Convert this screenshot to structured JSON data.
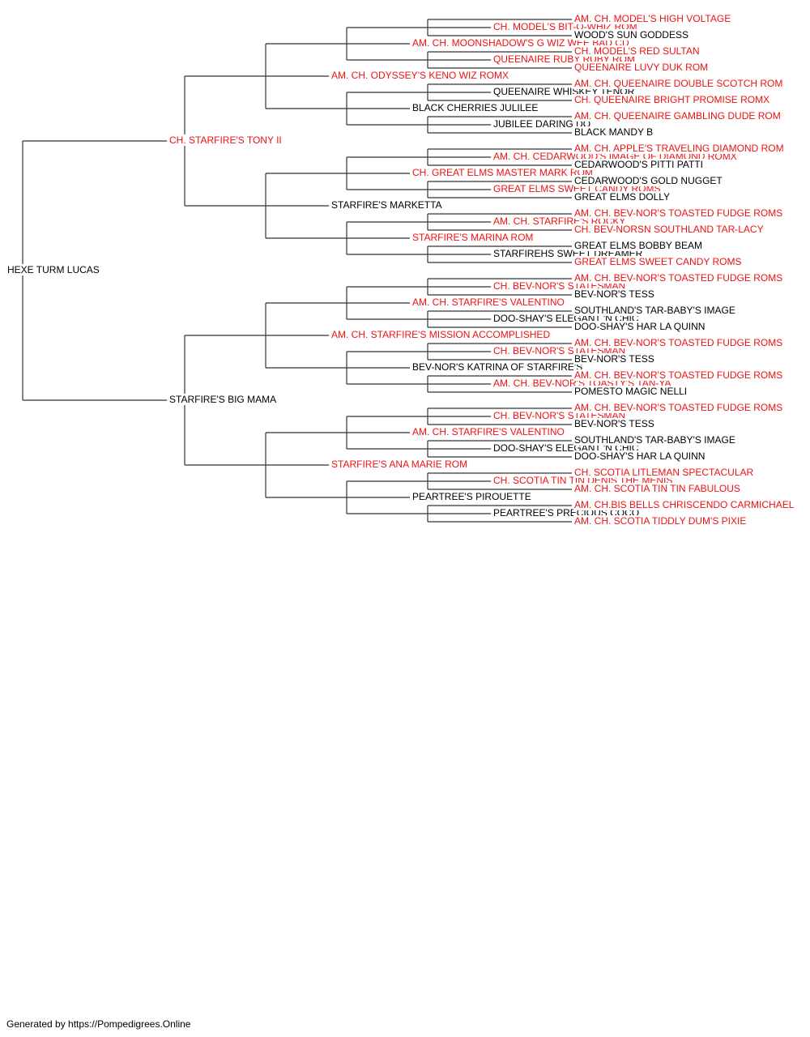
{
  "colors": {
    "titled": "#ee1111",
    "normal": "#000000",
    "lines": "#333333"
  },
  "footer": "Generated by https://Pompedigrees.Online",
  "pedigree": {
    "name": "HEXE TURM LUCAS",
    "titled": false,
    "sire": {
      "name": "CH. STARFIRE'S TONY II",
      "titled": true,
      "sire": {
        "name": "AM. CH. ODYSSEY'S KENO WIZ ROMX",
        "titled": true,
        "sire": {
          "name": "AM. CH. MOONSHADOW'S G WIZ WEE BAD CD",
          "titled": true,
          "sire": {
            "name": "CH. MODEL'S BIT-O-WHIZ ROM",
            "titled": true,
            "sire": {
              "name": "AM. CH. MODEL'S HIGH VOLTAGE",
              "titled": true
            },
            "dam": {
              "name": "WOOD'S SUN GODDESS",
              "titled": false
            }
          },
          "dam": {
            "name": "QUEENAIRE RUBY RUBY ROM",
            "titled": true,
            "sire": {
              "name": "CH. MODEL'S RED SULTAN",
              "titled": true
            },
            "dam": {
              "name": "QUEENAIRE LUVY DUK ROM",
              "titled": true
            }
          }
        },
        "dam": {
          "name": "BLACK CHERRIES JULILEE",
          "titled": false,
          "sire": {
            "name": "QUEENAIRE WHISKEY TENOR",
            "titled": false,
            "sire": {
              "name": "AM. CH. QUEENAIRE DOUBLE SCOTCH ROM",
              "titled": true
            },
            "dam": {
              "name": "CH. QUEENAIRE BRIGHT PROMISE ROMX",
              "titled": true
            }
          },
          "dam": {
            "name": "JUBILEE DARING DO",
            "titled": false,
            "sire": {
              "name": "AM. CH. QUEENAIRE GAMBLING DUDE ROM",
              "titled": true
            },
            "dam": {
              "name": "BLACK MANDY B",
              "titled": false
            }
          }
        }
      },
      "dam": {
        "name": "STARFIRE'S MARKETTA",
        "titled": false,
        "sire": {
          "name": "CH. GREAT ELMS MASTER MARK ROM",
          "titled": true,
          "sire": {
            "name": "AM. CH. CEDARWOOD'S IMAGE OF DIAMOND ROMX",
            "titled": true,
            "sire": {
              "name": "AM. CH. APPLE'S TRAVELING DIAMOND ROM",
              "titled": true
            },
            "dam": {
              "name": "CEDARWOOD'S PITTI PATTI",
              "titled": false
            }
          },
          "dam": {
            "name": "GREAT ELMS SWEET CANDY ROMS",
            "titled": true,
            "sire": {
              "name": "CEDARWOOD'S GOLD NUGGET",
              "titled": false
            },
            "dam": {
              "name": "GREAT ELMS DOLLY",
              "titled": false
            }
          }
        },
        "dam": {
          "name": "STARFIRE'S MARINA ROM",
          "titled": true,
          "sire": {
            "name": "AM. CH. STARFIRE'S ROCKY",
            "titled": true,
            "sire": {
              "name": "AM. CH. BEV-NOR'S TOASTED FUDGE ROMS",
              "titled": true
            },
            "dam": {
              "name": "CH. BEV-NORSN SOUTHLAND TAR-LACY",
              "titled": true
            }
          },
          "dam": {
            "name": "STARFIREHS SWEET DREAMER",
            "titled": false,
            "sire": {
              "name": "GREAT ELMS BOBBY BEAM",
              "titled": false
            },
            "dam": {
              "name": "GREAT ELMS SWEET CANDY ROMS",
              "titled": true
            }
          }
        }
      }
    },
    "dam": {
      "name": "STARFIRE'S BIG MAMA",
      "titled": false,
      "sire": {
        "name": "AM. CH. STARFIRE'S MISSION ACCOMPLISHED",
        "titled": true,
        "sire": {
          "name": "AM. CH. STARFIRE'S VALENTINO",
          "titled": true,
          "sire": {
            "name": "CH. BEV-NOR'S STATESMAN",
            "titled": true,
            "sire": {
              "name": "AM. CH. BEV-NOR'S TOASTED FUDGE ROMS",
              "titled": true
            },
            "dam": {
              "name": "BEV-NOR'S TESS",
              "titled": false
            }
          },
          "dam": {
            "name": "DOO-SHAY'S ELEGANT 'N CHIC",
            "titled": false,
            "sire": {
              "name": "SOUTHLAND'S TAR-BABY'S IMAGE",
              "titled": false
            },
            "dam": {
              "name": "DOO-SHAY'S HAR LA QUINN",
              "titled": false
            }
          }
        },
        "dam": {
          "name": "BEV-NOR'S KATRINA OF STARFIRE'S",
          "titled": false,
          "sire": {
            "name": "CH. BEV-NOR'S STATESMAN",
            "titled": true,
            "sire": {
              "name": "AM. CH. BEV-NOR'S TOASTED FUDGE ROMS",
              "titled": true
            },
            "dam": {
              "name": "BEV-NOR'S TESS",
              "titled": false
            }
          },
          "dam": {
            "name": "AM. CH. BEV-NOR'S TOASTY'S TAN-YA",
            "titled": true,
            "sire": {
              "name": "AM. CH. BEV-NOR'S TOASTED FUDGE ROMS",
              "titled": true
            },
            "dam": {
              "name": "POMESTO MAGIC NELLI",
              "titled": false
            }
          }
        }
      },
      "dam": {
        "name": "STARFIRE'S ANA MARIE ROM",
        "titled": true,
        "sire": {
          "name": "AM. CH. STARFIRE'S VALENTINO",
          "titled": true,
          "sire": {
            "name": "CH. BEV-NOR'S STATESMAN",
            "titled": true,
            "sire": {
              "name": "AM. CH. BEV-NOR'S TOASTED FUDGE ROMS",
              "titled": true
            },
            "dam": {
              "name": "BEV-NOR'S TESS",
              "titled": false
            }
          },
          "dam": {
            "name": "DOO-SHAY'S ELEGANT 'N CHIC",
            "titled": false,
            "sire": {
              "name": "SOUTHLAND'S TAR-BABY'S IMAGE",
              "titled": false
            },
            "dam": {
              "name": "DOO-SHAY'S HAR LA QUINN",
              "titled": false
            }
          }
        },
        "dam": {
          "name": "PEARTREE'S PIROUETTE",
          "titled": false,
          "sire": {
            "name": "CH. SCOTIA TIN TIN DENIS THE MENIS",
            "titled": true,
            "sire": {
              "name": "CH. SCOTIA LITLEMAN SPECTACULAR",
              "titled": true
            },
            "dam": {
              "name": "AM. CH. SCOTIA TIN TIN FABULOUS",
              "titled": true
            }
          },
          "dam": {
            "name": "PEARTREE'S PRECIOUS COCO",
            "titled": false,
            "sire": {
              "name": "AM. CH.BIS BELLS CHRISCENDO CARMICHAEL",
              "titled": true
            },
            "dam": {
              "name": "AM. CH. SCOTIA TIDDLY DUM'S PIXIE",
              "titled": true
            }
          }
        }
      }
    }
  }
}
